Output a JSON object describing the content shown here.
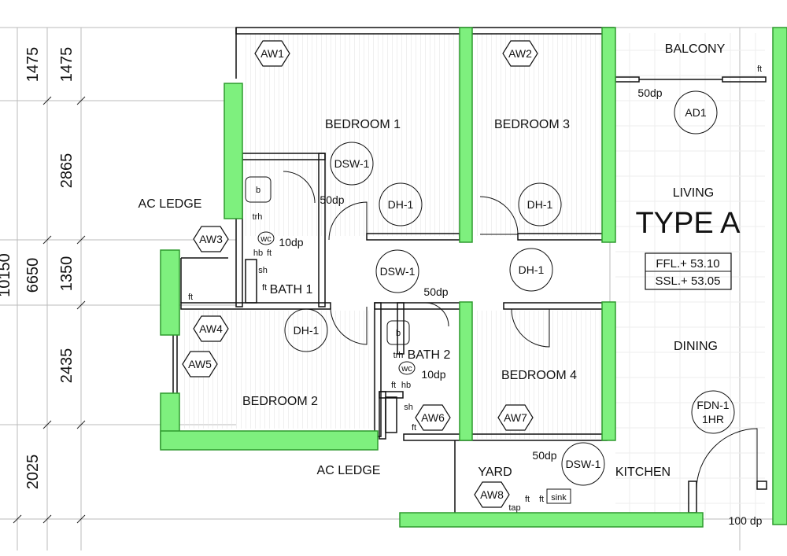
{
  "dimensions": {
    "d1475a": "1475",
    "d1475b": "1475",
    "d2865": "2865",
    "d1350": "1350",
    "d2435": "2435",
    "d2025": "2025",
    "d6650": "6650",
    "d10150": "10150"
  },
  "rooms": {
    "bedroom1": "BEDROOM 1",
    "bedroom2": "BEDROOM 2",
    "bedroom3": "BEDROOM 3",
    "bedroom4": "BEDROOM 4",
    "bath1": "BATH 1",
    "bath2": "BATH 2",
    "balcony": "BALCONY",
    "living": "LIVING",
    "dining": "DINING",
    "kitchen": "KITCHEN",
    "yard": "YARD",
    "ac_ledge_top": "AC LEDGE",
    "ac_ledge_bottom": "AC LEDGE"
  },
  "tags": {
    "aw1": "AW1",
    "aw2": "AW2",
    "aw3": "AW3",
    "aw4": "AW4",
    "aw5": "AW5",
    "aw6": "AW6",
    "aw7": "AW7",
    "aw8": "AW8",
    "ad1": "AD1",
    "dsw1_a": "DSW-1",
    "dsw1_b": "DSW-1",
    "dsw1_c": "DSW-1",
    "dh1_a": "DH-1",
    "dh1_b": "DH-1",
    "dh1_c": "DH-1",
    "dh1_d": "DH-1",
    "fdn_line1": "FDN-1",
    "fdn_line2": "1HR"
  },
  "notes": {
    "dp50_balcony": "50dp",
    "dp50_bath1": "50dp",
    "dp50_bath2": "50dp",
    "dp50_kitchen": "50dp",
    "dp10_bath1": "10dp",
    "dp10_bath2": "10dp",
    "dp100": "100 dp"
  },
  "fixtures": {
    "b1": "b",
    "wc1": "wc",
    "trh1": "trh",
    "hb1": "hb",
    "ft1": "ft",
    "sh1": "sh",
    "ft1b": "ft",
    "ft_ledge": "ft",
    "b2": "b",
    "wc2": "wc",
    "trh2": "trh",
    "hb2": "hb",
    "ft2": "ft",
    "sh2": "sh",
    "ft2b": "ft",
    "ft_balcony": "ft",
    "ft_yard1": "ft",
    "ft_yard2": "ft",
    "tap": "tap",
    "sink": "sink"
  },
  "title": {
    "type": "TYPE A",
    "ffl": "FFL.+ 53.10",
    "ssl": "SSL.+ 53.05"
  },
  "colors": {
    "wall_fill": "#7ef07e",
    "wall_stroke": "#2e9a2e",
    "line": "#111111",
    "grid": "#bbbbbb"
  }
}
